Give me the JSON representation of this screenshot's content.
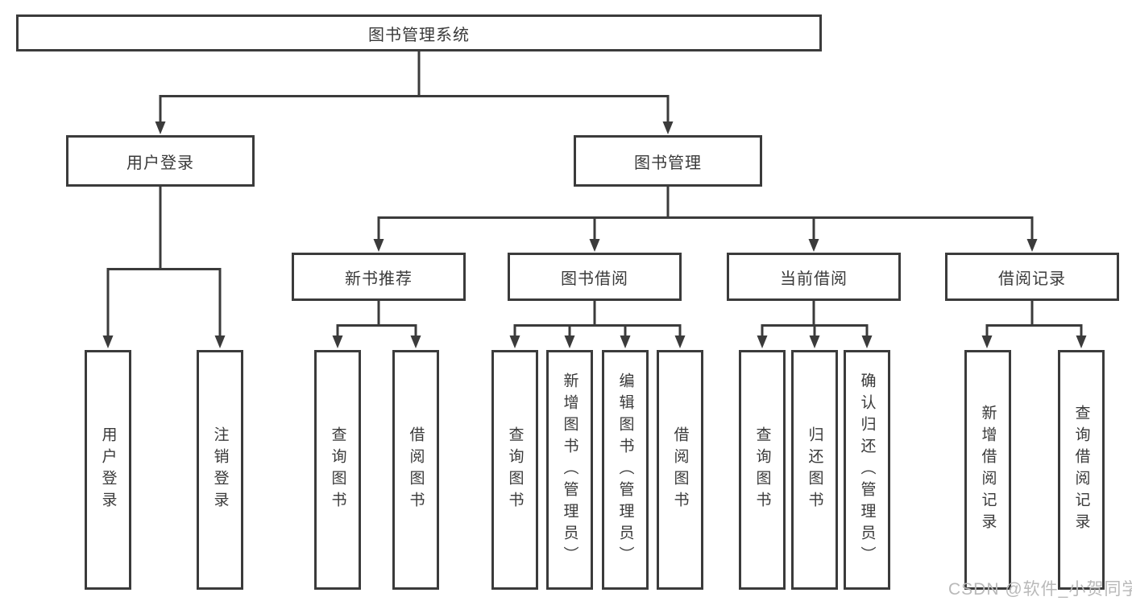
{
  "colors": {
    "line": "#3b3b3b",
    "text": "#3a3a3a",
    "watermark": "#b9b9b9",
    "background": "#ffffff"
  },
  "watermark": "CSDN @软件_小贺同学",
  "tree": {
    "root": {
      "label": "图书管理系统"
    },
    "branches": [
      {
        "label": "用户登录",
        "leaves": [
          {
            "label": "用户登录"
          },
          {
            "label": "注销登录"
          }
        ]
      },
      {
        "label": "图书管理",
        "groups": [
          {
            "label": "新书推荐",
            "leaves": [
              {
                "label": "查询图书"
              },
              {
                "label": "借阅图书"
              }
            ]
          },
          {
            "label": "图书借阅",
            "leaves": [
              {
                "label": "查询图书"
              },
              {
                "label": "新增图书（管理员）"
              },
              {
                "label": "编辑图书（管理员）"
              },
              {
                "label": "借阅图书"
              }
            ]
          },
          {
            "label": "当前借阅",
            "leaves": [
              {
                "label": "查询图书"
              },
              {
                "label": "归还图书"
              },
              {
                "label": "确认归还（管理员）"
              }
            ]
          },
          {
            "label": "借阅记录",
            "leaves": [
              {
                "label": "新增借阅记录"
              },
              {
                "label": "查询借阅记录"
              }
            ]
          }
        ]
      }
    ]
  }
}
